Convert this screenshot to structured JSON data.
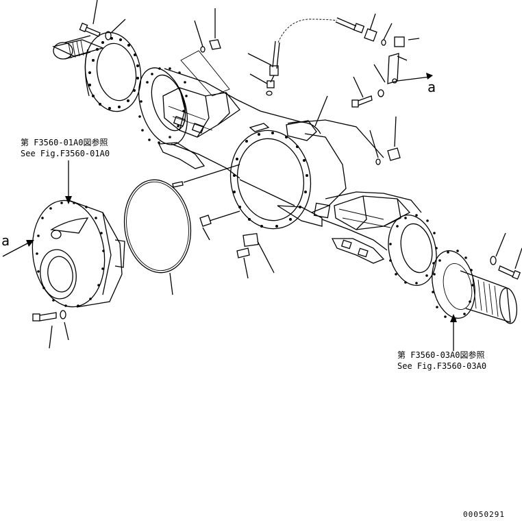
{
  "references": {
    "left_jp": "第 F3560-01A0図参照",
    "left_en": "See Fig.F3560-01A0",
    "right_jp": "第 F3560-03A0図参照",
    "right_en": "See Fig.F3560-03A0"
  },
  "markers": {
    "left_a": "a",
    "right_a": "a"
  },
  "drawing_number": "00050291"
}
